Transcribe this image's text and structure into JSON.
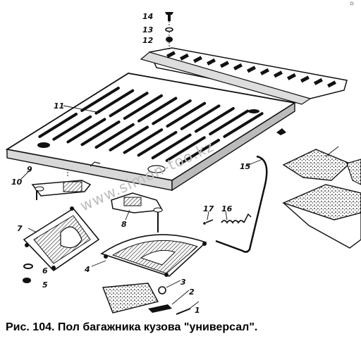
{
  "caption": "Рис. 104. Пол багажника кузова \"универсал\".",
  "watermark": "www.simon-too.kz",
  "callouts": [
    "1",
    "2",
    "3",
    "4",
    "5",
    "6",
    "7",
    "8",
    "9",
    "10",
    "11",
    "12",
    "13",
    "14",
    "15",
    "16",
    "17"
  ],
  "ink_color": "#111111"
}
